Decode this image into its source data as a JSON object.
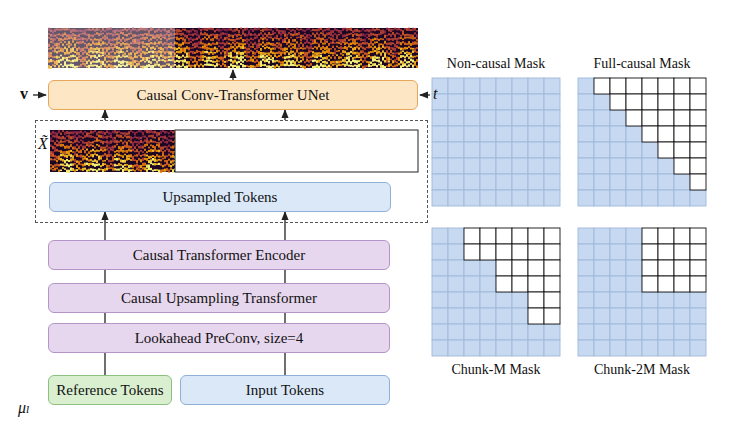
{
  "diagram": {
    "nodes": [
      {
        "text": [
          "Causal Conv-Transformer UNet"
        ]
      },
      {
        "text": [
          "X̃"
        ]
      },
      {
        "text": [
          "Upsampled Tokens"
        ],
        "in": 1
      },
      {
        "text": [
          "Causal Transformer Encoder"
        ]
      },
      {
        "text": [
          "Causal Upsampling Transformer"
        ]
      },
      {
        "text": [
          "Lookahead PreConv, size=4"
        ]
      },
      {
        "text": [
          "Reference Tokens"
        ]
      },
      {
        "text": [
          "Input Tokens"
        ]
      }
    ],
    "edges": [
      {
        "from": 1,
        "to": 0,
        "arrow": "to"
      },
      {
        "from": 1,
        "to": 0,
        "arrow": "to"
      },
      {
        "from": 3,
        "to": 2,
        "arrow": "to"
      },
      {
        "from": 3,
        "to": 2,
        "arrow": "to"
      },
      {
        "from": 4,
        "to": 3,
        "arrow": "none"
      },
      {
        "from": 4,
        "to": 3,
        "arrow": "none"
      },
      {
        "from": 5,
        "to": 4,
        "arrow": "none"
      },
      {
        "from": 5,
        "to": 4,
        "arrow": "none"
      },
      {
        "from": 6,
        "to": 5,
        "arrow": "none"
      },
      {
        "from": 7,
        "to": 5,
        "arrow": "none"
      }
    ],
    "labels": [
      "v",
      "t",
      "μₗ",
      "Non-causal Mask",
      "Full-causal Mask",
      "Chunk-M Mask",
      "Chunk-2M Mask"
    ]
  }
}
